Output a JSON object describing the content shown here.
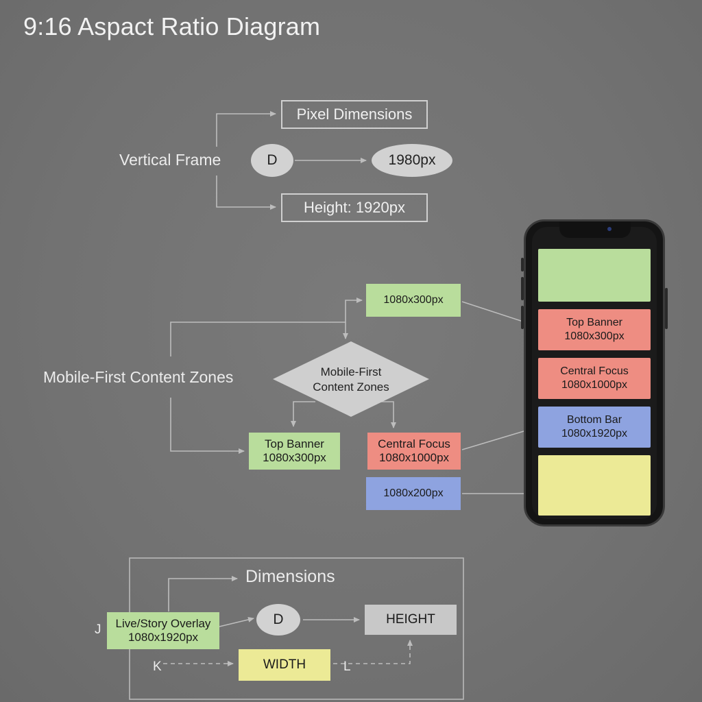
{
  "title": "9:16 Aspact Ratio Diagram",
  "top_section": {
    "vertical_frame_label": "Vertical Frame",
    "pixel_dimensions_box": "Pixel Dimensions",
    "d_node": "D",
    "px_ellipse": "1980px",
    "height_box": "Height: 1920px"
  },
  "middle_section": {
    "side_label": "Mobile-First Content Zones",
    "diamond_line1": "Mobile-First",
    "diamond_line2": "Content Zones",
    "top_right_box": "1080x300px",
    "top_banner_line1": "Top Banner",
    "top_banner_line2": "1080x300px",
    "central_focus_line1": "Central Focus",
    "central_focus_line2": "1080x1000px",
    "bottom_box": "1080x200px"
  },
  "phone": {
    "zones": [
      {
        "line1": "",
        "line2": "",
        "color": "#b9dd9c"
      },
      {
        "line1": "Top Banner",
        "line2": "1080x300px",
        "color": "#ee8d82"
      },
      {
        "line1": "Central Focus",
        "line2": "1080x1000px",
        "color": "#ee8d82"
      },
      {
        "line1": "Bottom Bar",
        "line2": "1080x1920px",
        "color": "#8ea3e0"
      },
      {
        "line1": "",
        "line2": "",
        "color": "#ecea96"
      }
    ]
  },
  "bottom_section": {
    "dimensions_label": "Dimensions",
    "overlay_line1": "Live/Story Overlay",
    "overlay_line2": "1080x1920px",
    "d_node": "D",
    "height_box": "HEIGHT",
    "width_box": "WIDTH",
    "marker_j": "J",
    "marker_k": "K",
    "marker_l": "L"
  },
  "colors": {
    "green": "#b9dd9c",
    "red": "#ee8d82",
    "blue": "#8ea3e0",
    "yellow": "#ecea96",
    "background": "#737373"
  }
}
